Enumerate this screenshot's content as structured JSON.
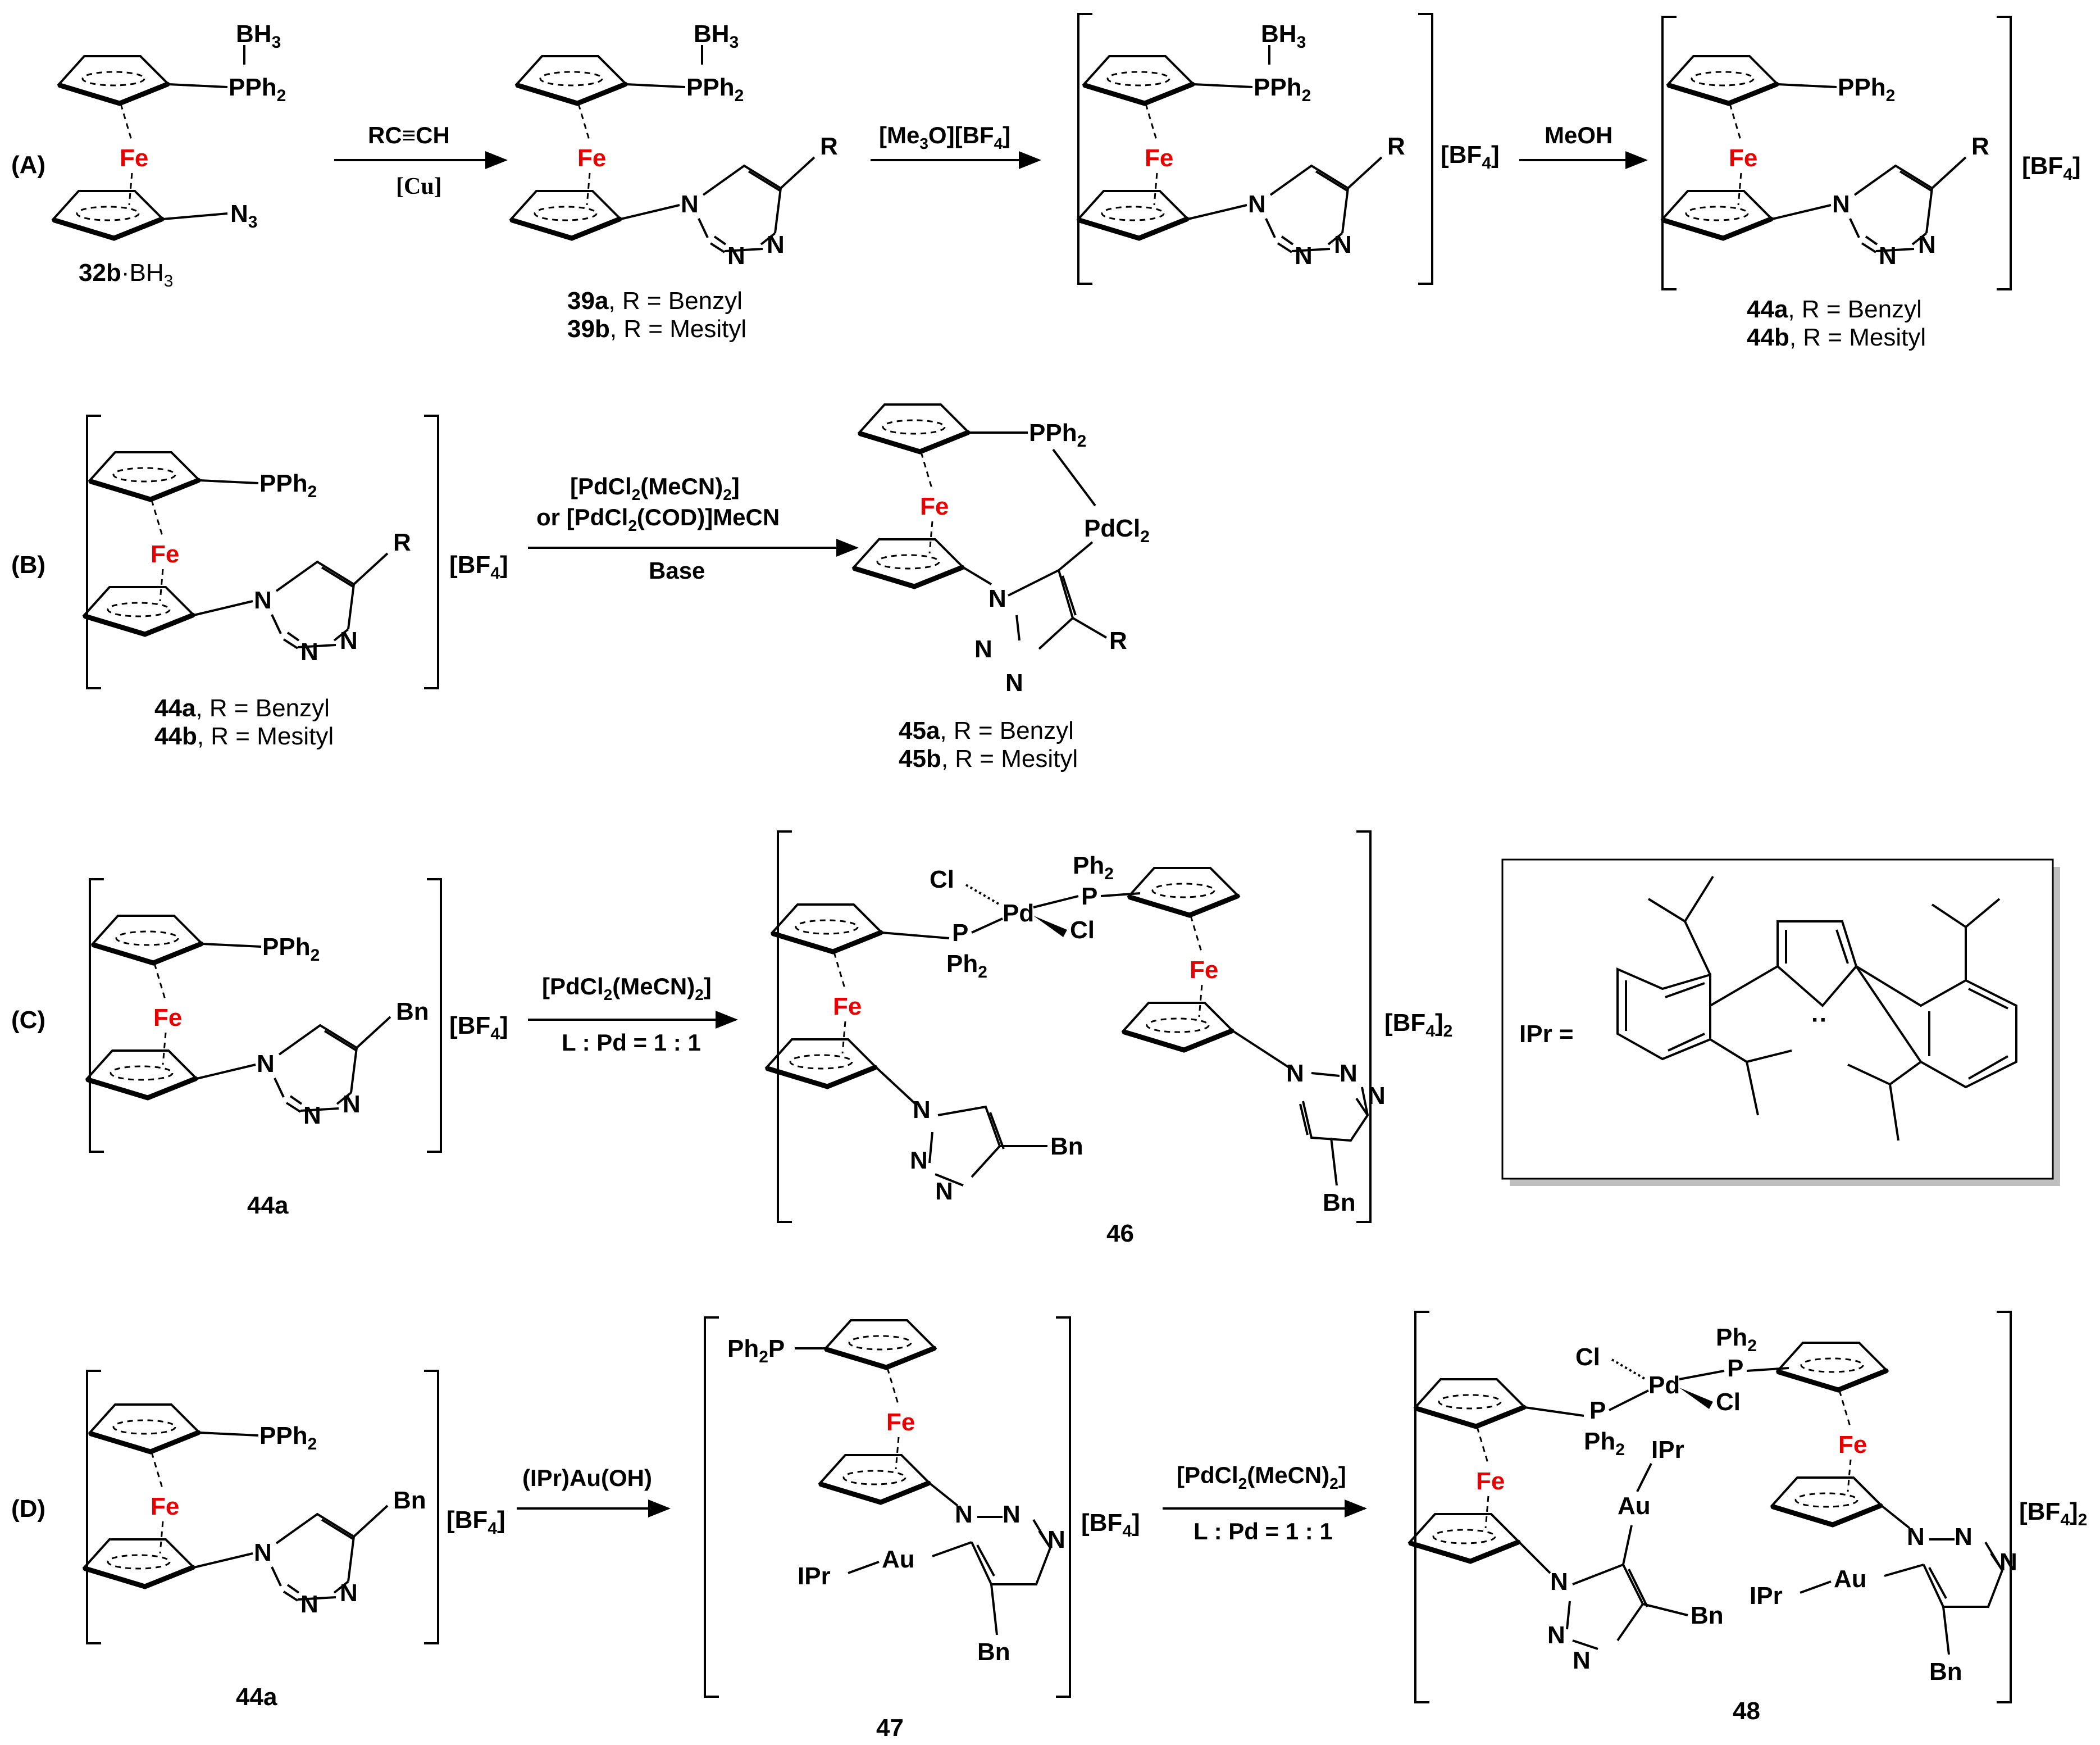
{
  "colors": {
    "iron": "#e60000",
    "ink": "#000000",
    "box_shadow": "#bfbfbf"
  },
  "labels": {
    "A": "(A)",
    "B": "(B)",
    "C": "(C)",
    "D": "(D)"
  },
  "atoms": {
    "fe": "Fe",
    "bh3": "BH",
    "bh3_sub": "3",
    "pph": "PPh",
    "pph_sub": "2",
    "n3": "N",
    "n3_sub": "3",
    "n": "N",
    "r": "R",
    "bn": "Bn",
    "pd": "Pd",
    "cl": "Cl",
    "ph2": "Ph",
    "ph2_sub": "2",
    "p": "P",
    "pdcl": "PdCl",
    "pdcl_sub": "2",
    "ph2p": "Ph",
    "ph2p_tail": "P",
    "au": "Au",
    "ipr": "IPr"
  },
  "counterions": {
    "bf4": "[BF",
    "bf4_sub": "4",
    "bf4_close": "]",
    "bf4_2_sub": "2"
  },
  "row_a": {
    "sm_bold": "32b",
    "sm_rest": "·BH",
    "sm_sub": "3",
    "reagent1_top": "RC≡CH",
    "reagent1_bottom": "[Cu]",
    "reagent2": "[Me",
    "reagent2_sub": "3",
    "reagent2_rest": "O][BF",
    "reagent2_sub2": "4",
    "reagent2_end": "]",
    "reagent3": "MeOH",
    "p1_a_bold": "39a",
    "p1_a_rest": ", R = Benzyl",
    "p1_b_bold": "39b",
    "p1_b_rest": ", R = Mesityl",
    "p3_a_bold": "44a",
    "p3_a_rest": ", R = Benzyl",
    "p3_b_bold": "44b",
    "p3_b_rest": ", R = Mesityl"
  },
  "row_b": {
    "reagent_l1": "[PdCl",
    "reagent_l1_sub": "2",
    "reagent_l1_rest": "(MeCN)",
    "reagent_l1_sub2": "2",
    "reagent_l1_end": "]",
    "reagent_l2": "or [PdCl",
    "reagent_l2_sub": "2",
    "reagent_l2_rest": "(COD)]MeCN",
    "reagent_l3": "Base",
    "sm_a_bold": "44a",
    "sm_a_rest": ", R = Benzyl",
    "sm_b_bold": "44b",
    "sm_b_rest": ", R = Mesityl",
    "p_a_bold": "45a",
    "p_a_rest": ", R = Benzyl",
    "p_b_bold": "45b",
    "p_b_rest": ", R = Mesityl"
  },
  "row_c": {
    "reagent_l1": "[PdCl",
    "reagent_l1_sub": "2",
    "reagent_l1_rest": "(MeCN)",
    "reagent_l1_sub2": "2",
    "reagent_l1_end": "]",
    "reagent_l2": "L : Pd = 1 : 1",
    "sm": "44a",
    "product": "46",
    "ipr_label": "IPr  ="
  },
  "row_d": {
    "reagent1": "(IPr)Au(OH)",
    "reagent2_l1": "[PdCl",
    "reagent2_l1_sub": "2",
    "reagent2_l1_rest": "(MeCN)",
    "reagent2_l1_sub2": "2",
    "reagent2_l1_end": "]",
    "reagent2_l2": "L : Pd = 1 : 1",
    "sm": "44a",
    "int": "47",
    "product": "48"
  }
}
